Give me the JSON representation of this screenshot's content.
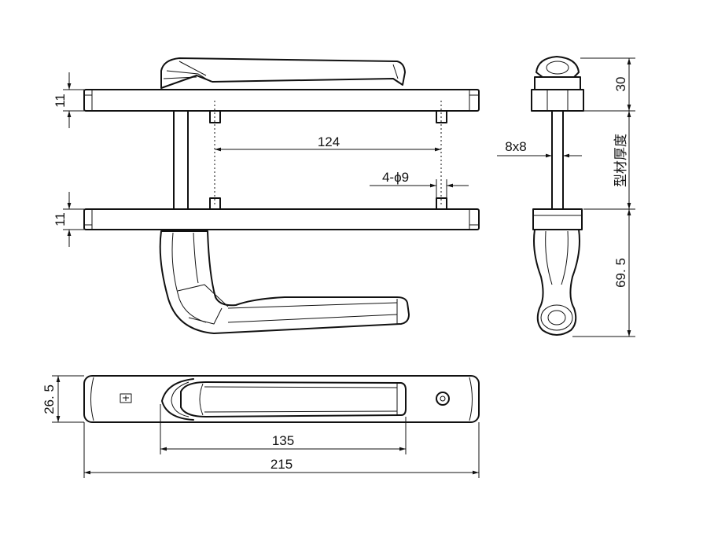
{
  "dimensions": {
    "plate_thickness_top": "11",
    "plate_thickness_bottom": "11",
    "hole_spacing": "124",
    "hole_spec": "4-ϕ9",
    "spindle_size": "8x8",
    "profile_thickness": "型材厚度",
    "top_height": "30",
    "handle_height": "69. 5",
    "plate_width": "26. 5",
    "grip_length": "135",
    "overall_length": "215"
  }
}
